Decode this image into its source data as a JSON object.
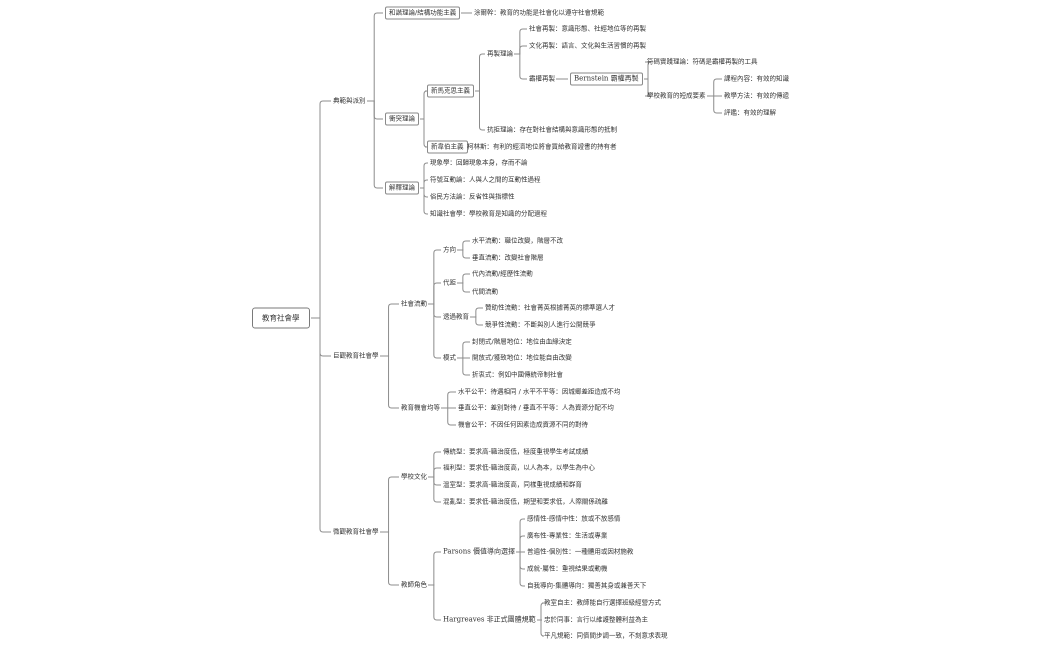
{
  "nodes": [
    {
      "id": "root",
      "text": "教育社會學",
      "style": "root"
    },
    {
      "id": "a",
      "text": "典範與派別"
    },
    {
      "id": "a1",
      "text": "和諧理論/結構功能主義",
      "style": "boxed"
    },
    {
      "id": "a1x",
      "text": "涂爾幹：教育的功能是社會化以遵守社會規範"
    },
    {
      "id": "a2",
      "text": "衝突理論",
      "style": "boxed"
    },
    {
      "id": "a2a",
      "text": "新馬克思主義",
      "style": "boxed"
    },
    {
      "id": "a2a1",
      "text": "再製理論"
    },
    {
      "id": "a2a1a",
      "text": "社會再製：意識形態、社經地位等的再製"
    },
    {
      "id": "a2a1b",
      "text": "文化再製：語言、文化與生活習慣的再製"
    },
    {
      "id": "a2a1c",
      "text": "霸權再製"
    },
    {
      "id": "a2a1c1",
      "text": "Bernstein 霸權再製",
      "style": "boxed latin"
    },
    {
      "id": "a2a1c1a",
      "text": "符碼實踐理論：符碼是霸權再製的工具"
    },
    {
      "id": "a2a1c1b",
      "text": "學校教育的短成要素"
    },
    {
      "id": "a2a1c1b1",
      "text": "課程內容：有效的知識"
    },
    {
      "id": "a2a1c1b2",
      "text": "教學方法：有效的傳遞"
    },
    {
      "id": "a2a1c1b3",
      "text": "評鑑：有效的理解"
    },
    {
      "id": "a2a2",
      "text": "抗拒理論：存在對社會結構與意識形態的抵制"
    },
    {
      "id": "a2b",
      "text": "新韋伯主義",
      "style": "boxed"
    },
    {
      "id": "a2bx",
      "text": "柯林斯：有利的經濟地位將會買給教育證書的持有者"
    },
    {
      "id": "a3",
      "text": "解釋理論",
      "style": "boxed"
    },
    {
      "id": "a3a",
      "text": "現象學：回歸現象本身，存而不論"
    },
    {
      "id": "a3b",
      "text": "符號互動論：人與人之間的互動性過程"
    },
    {
      "id": "a3c",
      "text": "俗民方法論：反省性與指標性"
    },
    {
      "id": "a3d",
      "text": "知識社會學：學校教育是知識的分配過程"
    },
    {
      "id": "b",
      "text": "巨觀教育社會學"
    },
    {
      "id": "b1",
      "text": "社會流動"
    },
    {
      "id": "b1a",
      "text": "方向"
    },
    {
      "id": "b1a1",
      "text": "水平流動：職位改變，階層不改"
    },
    {
      "id": "b1a2",
      "text": "垂直流動：改變社會階層"
    },
    {
      "id": "b1b",
      "text": "代距"
    },
    {
      "id": "b1b1",
      "text": "代內流動/經歷性流動"
    },
    {
      "id": "b1b2",
      "text": "代間流動"
    },
    {
      "id": "b1c",
      "text": "透過教育"
    },
    {
      "id": "b1c1",
      "text": "贊助性流動：社會菁英根據菁英的標準選人才"
    },
    {
      "id": "b1c2",
      "text": "競爭性流動：不斷與別人進行公開競爭"
    },
    {
      "id": "b1d",
      "text": "模式"
    },
    {
      "id": "b1d1",
      "text": "封閉式/階層地位：地位由血緣決定"
    },
    {
      "id": "b1d2",
      "text": "開放式/獲致地位：地位能自由改變"
    },
    {
      "id": "b1d3",
      "text": "折衷式：例如中國傳統帝制社會"
    },
    {
      "id": "b2",
      "text": "教育機會均等"
    },
    {
      "id": "b2a",
      "text": "水平公平：待遇相同 / 水平不平等：因城鄉差距造成不均"
    },
    {
      "id": "b2b",
      "text": "垂直公平：差別對待 / 垂直不平等：人為資源分配不均"
    },
    {
      "id": "b2c",
      "text": "機會公平：不因任何因素造成資源不同的對待"
    },
    {
      "id": "c",
      "text": "微觀教育社會學"
    },
    {
      "id": "c1",
      "text": "學校文化"
    },
    {
      "id": "c1a",
      "text": "傳統型：要求高-職治度低，極度重視學生考試成績"
    },
    {
      "id": "c1b",
      "text": "福利型：要求低-職治度高，以人為本，以學生為中心"
    },
    {
      "id": "c1c",
      "text": "溫室型：要求高-職治度高，同樣重視成績和群育"
    },
    {
      "id": "c1d",
      "text": "混亂型：要求低-職治度低，期望和要求低，人際關係疏離"
    },
    {
      "id": "c2",
      "text": "教師角色"
    },
    {
      "id": "c2a",
      "text": "Parsons 價值導向選擇",
      "style": "latin"
    },
    {
      "id": "c2a1",
      "text": "感情性-感情中性：放或不放感情"
    },
    {
      "id": "c2a2",
      "text": "廣布性-專業性：生活或專業"
    },
    {
      "id": "c2a3",
      "text": "普遍性-個別性：一種體用或因材施教"
    },
    {
      "id": "c2a4",
      "text": "成就-屬性：重視結果或動機"
    },
    {
      "id": "c2a5",
      "text": "自我導向-集體導向：獨善其身或兼善天下"
    },
    {
      "id": "c2b",
      "text": "Hargreaves 非正式團體規範",
      "style": "latin"
    },
    {
      "id": "c2b1",
      "text": "教室自主：教師能自行選擇班級經營方式"
    },
    {
      "id": "c2b2",
      "text": "忠於同事：言行以維護整體利益為主"
    },
    {
      "id": "c2b3",
      "text": "平凡規範：同儕間步調一致，不刻意求表現"
    }
  ],
  "edges": [
    [
      "root",
      "a"
    ],
    [
      "root",
      "b"
    ],
    [
      "root",
      "c"
    ],
    [
      "a",
      "a1"
    ],
    [
      "a",
      "a2"
    ],
    [
      "a",
      "a3"
    ],
    [
      "a1",
      "a1x"
    ],
    [
      "a2",
      "a2a"
    ],
    [
      "a2",
      "a2b"
    ],
    [
      "a2a",
      "a2a1"
    ],
    [
      "a2a",
      "a2a2"
    ],
    [
      "a2a1",
      "a2a1a"
    ],
    [
      "a2a1",
      "a2a1b"
    ],
    [
      "a2a1",
      "a2a1c"
    ],
    [
      "a2a1c",
      "a2a1c1"
    ],
    [
      "a2a1c1",
      "a2a1c1a"
    ],
    [
      "a2a1c1",
      "a2a1c1b"
    ],
    [
      "a2a1c1b",
      "a2a1c1b1"
    ],
    [
      "a2a1c1b",
      "a2a1c1b2"
    ],
    [
      "a2a1c1b",
      "a2a1c1b3"
    ],
    [
      "a2b",
      "a2bx"
    ],
    [
      "a3",
      "a3a"
    ],
    [
      "a3",
      "a3b"
    ],
    [
      "a3",
      "a3c"
    ],
    [
      "a3",
      "a3d"
    ],
    [
      "b",
      "b1"
    ],
    [
      "b",
      "b2"
    ],
    [
      "b1",
      "b1a"
    ],
    [
      "b1",
      "b1b"
    ],
    [
      "b1",
      "b1c"
    ],
    [
      "b1",
      "b1d"
    ],
    [
      "b1a",
      "b1a1"
    ],
    [
      "b1a",
      "b1a2"
    ],
    [
      "b1b",
      "b1b1"
    ],
    [
      "b1b",
      "b1b2"
    ],
    [
      "b1c",
      "b1c1"
    ],
    [
      "b1c",
      "b1c2"
    ],
    [
      "b1d",
      "b1d1"
    ],
    [
      "b1d",
      "b1d2"
    ],
    [
      "b1d",
      "b1d3"
    ],
    [
      "b2",
      "b2a"
    ],
    [
      "b2",
      "b2b"
    ],
    [
      "b2",
      "b2c"
    ],
    [
      "c",
      "c1"
    ],
    [
      "c",
      "c2"
    ],
    [
      "c1",
      "c1a"
    ],
    [
      "c1",
      "c1b"
    ],
    [
      "c1",
      "c1c"
    ],
    [
      "c1",
      "c1d"
    ],
    [
      "c2",
      "c2a"
    ],
    [
      "c2",
      "c2b"
    ],
    [
      "c2a",
      "c2a1"
    ],
    [
      "c2a",
      "c2a2"
    ],
    [
      "c2a",
      "c2a3"
    ],
    [
      "c2a",
      "c2a4"
    ],
    [
      "c2a",
      "c2a5"
    ],
    [
      "c2b",
      "c2b1"
    ],
    [
      "c2b",
      "c2b2"
    ],
    [
      "c2b",
      "c2b3"
    ]
  ]
}
